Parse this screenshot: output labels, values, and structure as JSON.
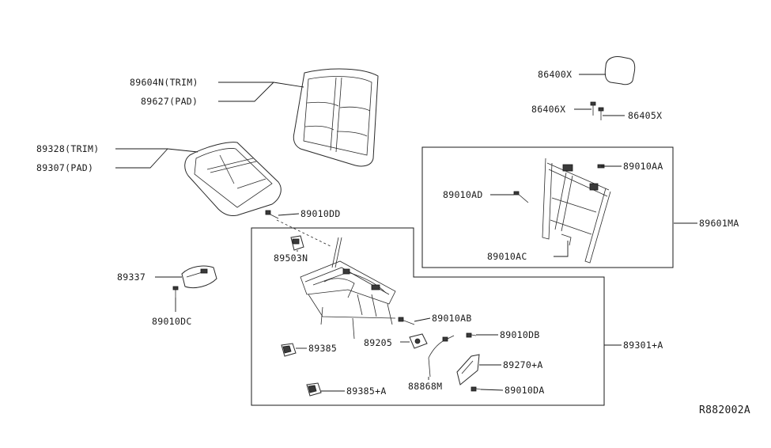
{
  "diagram": {
    "labels": {
      "p89604n": "89604N(TRIM)",
      "p89627": "89627(PAD)",
      "p89328": "89328(TRIM)",
      "p89307": "89307(PAD)",
      "p86400x": "86400X",
      "p86406x": "86406X",
      "p86405x": "86405X",
      "p89010aa": "89010AA",
      "p89010ad": "89010AD",
      "p89601ma": "89601MA",
      "p89010ac": "89010AC",
      "p89010dd": "89010DD",
      "p89503n": "89503N",
      "p89337": "89337",
      "p89010dc": "89010DC",
      "p89010ab": "89010AB",
      "p89205": "89205",
      "p89010db": "89010DB",
      "p89385": "89385",
      "p89301a": "89301+A",
      "p89270a": "89270+A",
      "p88868m": "88868M",
      "p89010da": "89010DA",
      "p89385a": "89385+A"
    },
    "reference": "R882002A"
  }
}
